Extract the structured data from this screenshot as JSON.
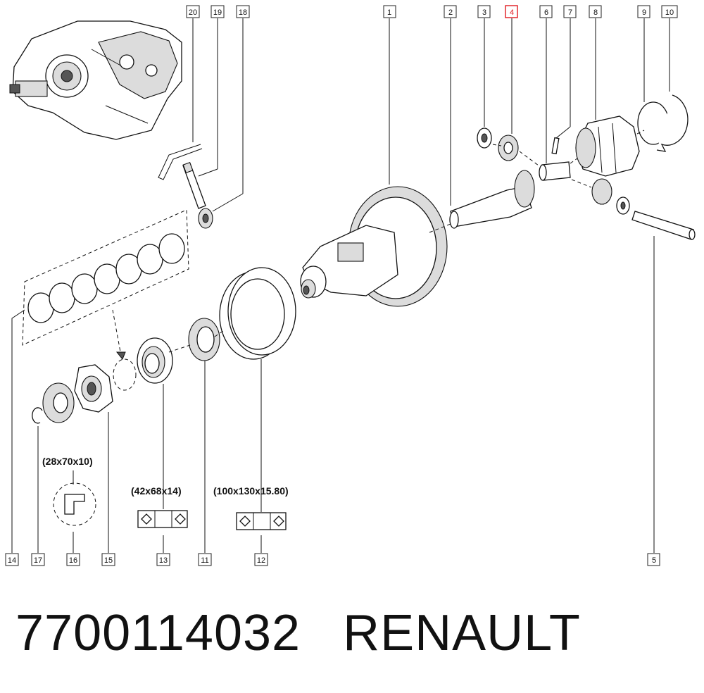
{
  "callouts": {
    "c1": "1",
    "c2": "2",
    "c3": "3",
    "c4": "4",
    "c5": "5",
    "c6": "6",
    "c7": "7",
    "c8": "8",
    "c9": "9",
    "c10": "10",
    "c11": "11",
    "c12": "12",
    "c13": "13",
    "c14": "14",
    "c15": "15",
    "c16": "16",
    "c17": "17",
    "c18": "18",
    "c19": "19",
    "c20": "20"
  },
  "highlighted_callout": "4",
  "highlight_color": "#e0191f",
  "dimensions": {
    "seal": "(28x70x10)",
    "small_bearing": "(42x68x14)",
    "large_bearing": "(100x130x15.80)"
  },
  "footer": {
    "part_number": "7700114032",
    "brand": "RENAULT"
  }
}
